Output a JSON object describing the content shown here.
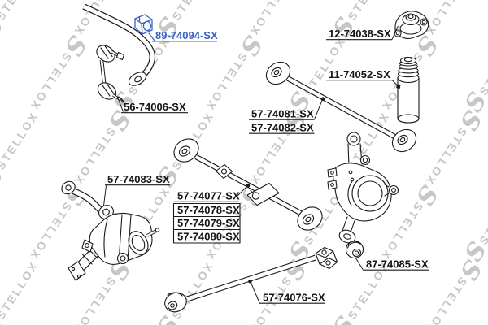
{
  "diagram": {
    "accent_blue": "#3a62c4",
    "line_color": "#1a1a1a",
    "watermark": {
      "logo": "S",
      "text": "STELLOX",
      "color": "#c7c7c7"
    }
  },
  "labels": {
    "stab_bushing": "89-74094-SX",
    "strut_mount": "12-74038-SX",
    "bump_stop": "11-74052-SX",
    "stab_link": "56-74006-SX",
    "rod_upper_1": "57-74081-SX",
    "rod_upper_2": "57-74082-SX",
    "control_arm": "57-74083-SX",
    "rod_center_1": "57-74077-SX",
    "rod_center_2": "57-74078-SX",
    "rod_center_3": "57-74079-SX",
    "rod_center_4": "57-74080-SX",
    "knuckle_bushing": "87-74085-SX",
    "trailing_arm": "57-74076-SX"
  }
}
